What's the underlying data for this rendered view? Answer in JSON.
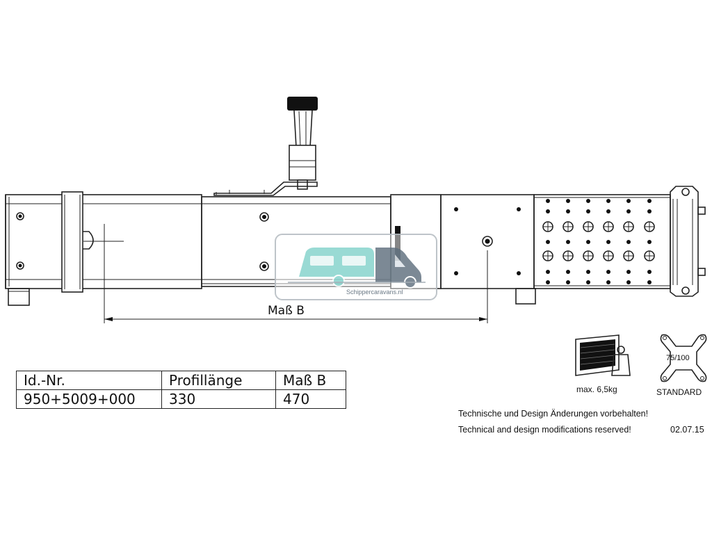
{
  "dimension": {
    "label": "Maß B"
  },
  "watermark": {
    "text": "Schippercaravans.nl",
    "color": "#8fd6d0"
  },
  "spec_table": {
    "headers": [
      "Id.-Nr.",
      "Profillänge",
      "Maß B"
    ],
    "rows": [
      [
        "950+5009+000",
        "330",
        "470"
      ]
    ]
  },
  "icons": {
    "weight": {
      "name": "weight-icon",
      "label": "max. 6,5kg"
    },
    "vesa": {
      "name": "vesa-plate-icon",
      "label_inner": "75/100",
      "label": "STANDARD"
    }
  },
  "notes": {
    "de": "Technische und Design Änderungen vorbehalten!",
    "en": "Technical and design modifications reserved!",
    "date": "02.07.15"
  }
}
